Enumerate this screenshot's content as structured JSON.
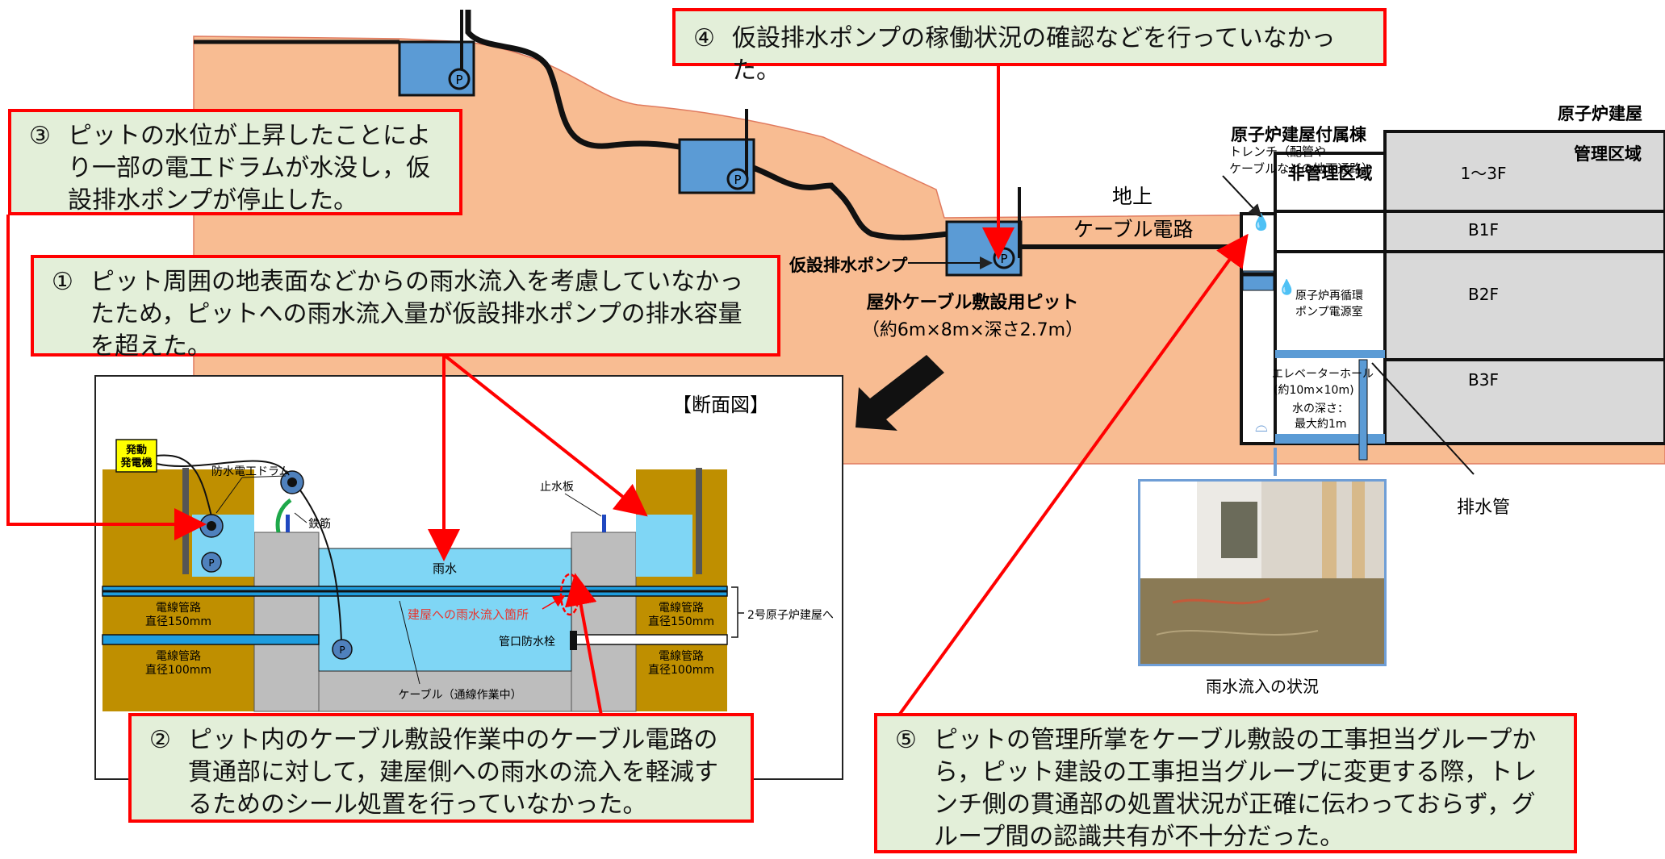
{
  "callouts": {
    "c1": {
      "num": "①",
      "text": "ピット周囲の地表面などからの雨水流入を考慮していなかったため，ピットへの雨水流入量が仮設排水ポンプの排水容量を超えた。"
    },
    "c2": {
      "num": "②",
      "text": "ピット内のケーブル敷設作業中のケーブル電路の貫通部に対して，建屋側への雨水の流入を軽減するためのシール処置を行っていなかった。"
    },
    "c3": {
      "num": "③",
      "text": "ピットの水位が上昇したことにより一部の電工ドラムが水没し，仮設排水ポンプが停止した。"
    },
    "c4": {
      "num": "④",
      "text": "仮設排水ポンプの稼働状況の確認などを行っていなかった。"
    },
    "c5": {
      "num": "⑤",
      "text": "ピットの管理所掌をケーブル敷設の工事担当グループから，ピット建設の工事担当グループに変更する際，トレンチ側の貫通部の処置状況が正確に伝わっておらず，グループ間の認識共有が不十分だった。"
    }
  },
  "overview": {
    "pump_label": "仮設排水ポンプ",
    "pit_title": "屋外ケーブル敷設用ピット",
    "pit_size": "（約6m×8m×深さ2.7m）",
    "cable_route": "ケーブル電路",
    "ground": "地上",
    "trench": [
      "トレンチ（配管や",
      "ケーブルなどの地下通路）"
    ],
    "annex": "原子炉建屋付属棟",
    "reactor_building": "原子炉建屋",
    "non_controlled": "非管理区域",
    "controlled": "管理区域",
    "floors": {
      "f13": "1～3F",
      "b1": "B1F",
      "b2": "B2F",
      "b3": "B3F"
    },
    "pump_room": [
      "原子炉再循環",
      "ポンプ電源室"
    ],
    "elevator_hall": [
      "エレベーターホール",
      "(約10m×10m)"
    ],
    "water_depth": [
      "水の深さ：",
      "最大約1m"
    ],
    "drain_pipe": "排水管",
    "photo_caption": "雨水流入の状況",
    "pump_symbol": "P"
  },
  "section": {
    "title": "【断面図】",
    "generator": [
      "発動",
      "発電機"
    ],
    "drum": "防水電工ドラム",
    "rebar": "鉄筋",
    "water_stop": "止水板",
    "rainwater": "雨水",
    "inflow_point": "建屋への雨水流入箇所",
    "plug": "管口防水栓",
    "cable": "ケーブル（通線作業中）",
    "conduit150": [
      "電線管路",
      "直径150mm"
    ],
    "conduit100": [
      "電線管路",
      "直径100mm"
    ],
    "to_unit2": "2号原子炉建屋へ",
    "pump_symbol": "P"
  },
  "colors": {
    "callout_border": "#ff0000",
    "callout_fill": "#e3efd9",
    "soil": "#f8bc92",
    "water": "#5b9bd5",
    "section_water": "#7fd6f5",
    "concrete": "#bdbdbd",
    "earth": "#bf8f00",
    "floor_gray": "#d9d9d9"
  }
}
